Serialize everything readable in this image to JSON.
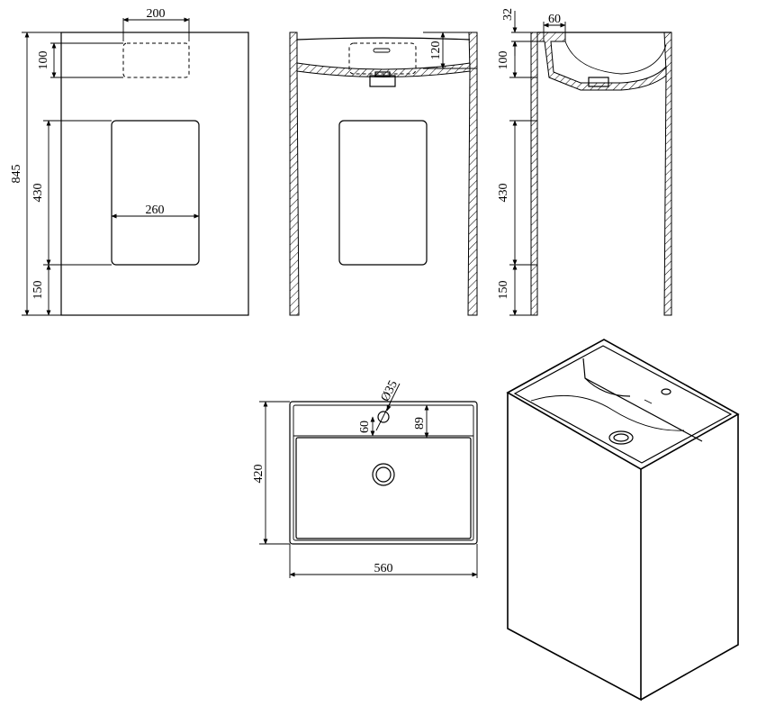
{
  "front_view": {
    "width_dim": "200",
    "top_dim": "100",
    "height_dim": "845",
    "opening_height_dim": "430",
    "opening_width_dim": "260",
    "base_dim": "150"
  },
  "section_view": {
    "bowl_depth_dim": "120"
  },
  "side_view": {
    "rim_dim": "32",
    "tap_ledge_dim": "60",
    "top_dim": "100",
    "opening_height_dim": "430",
    "base_dim": "150"
  },
  "top_view": {
    "hole_dim": "Ø35",
    "hole_offset_dim": "60",
    "ledge_dim": "89",
    "depth_dim": "420",
    "width_dim": "560"
  }
}
